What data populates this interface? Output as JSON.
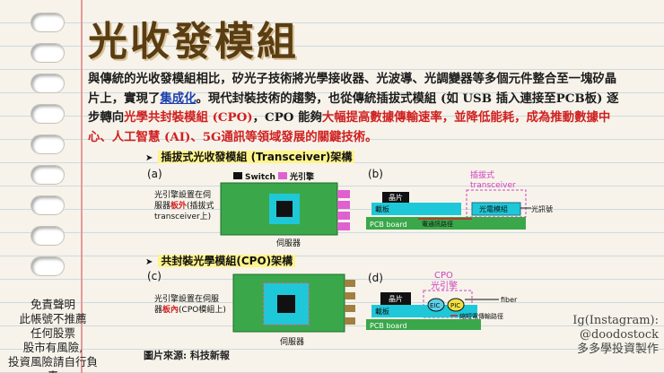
{
  "title": "光收發模組",
  "paragraph": {
    "p1": "與傳統的光收發模組相比，矽光子技術將光學接收器、光波導、光調變器等多個元件整合至一塊矽晶片上，實現了",
    "link": "集成化",
    "p2": "。現代封裝技術的趨勢，也從傳統插拔式模組 (如 USB 插入連接至PCB板) 逐步轉向",
    "r1": "光學共封裝模組 (CPO)",
    "p3": "，CPO 能夠",
    "r2": "大幅提高數據傳輸速率，並降低能耗，成為推動數據中心、人工智慧 (AI)、5G通訊等領域發展的關鍵技術。"
  },
  "section1": {
    "arrow": "➤",
    "title": "插拔式光收發模組 (Transceiver)架構"
  },
  "section2": {
    "arrow": "➤",
    "title": "共封裝光學模組(CPO)架構"
  },
  "diagram_a": {
    "label": "(a)",
    "legend_switch": "Switch",
    "legend_engine": "光引擎",
    "desc1": "光引擎設置在伺",
    "desc2a": "服器",
    "desc2b": "板外",
    "desc2c": "(插拔式",
    "desc3": "transceiver上)",
    "server": "伺服器"
  },
  "diagram_b": {
    "label": "(b)",
    "tag1": "插拔式",
    "tag2": "transceiver",
    "chip": "晶片",
    "substrate": "載板",
    "module": "光電模組",
    "signal": "光訊號",
    "trace": "電通訊路徑",
    "pcb": "PCB board"
  },
  "diagram_c": {
    "label": "(c)",
    "desc1": "光引擎設置在伺服",
    "desc2a": "器",
    "desc2b": "板內",
    "desc2c": "(CPO模組上)",
    "server": "伺服器"
  },
  "diagram_d": {
    "label": "(d)",
    "tag1": "CPO",
    "tag2": "光引擎",
    "chip": "晶片",
    "substrate": "載板",
    "eic": "EIC",
    "pic": "PIC",
    "fiber": "fiber",
    "trace": "縮短電傳輸路徑",
    "pcb": "PCB board"
  },
  "source": "圖片來源: 科技新報",
  "disclaimer": [
    "免責聲明",
    "此帳號不推薦",
    "任何股票",
    "股市有風險,",
    "投資風險請自行負責"
  ],
  "instagram": [
    "Ig(Instagram):",
    "@doodostock",
    "多多學投資製作"
  ]
}
